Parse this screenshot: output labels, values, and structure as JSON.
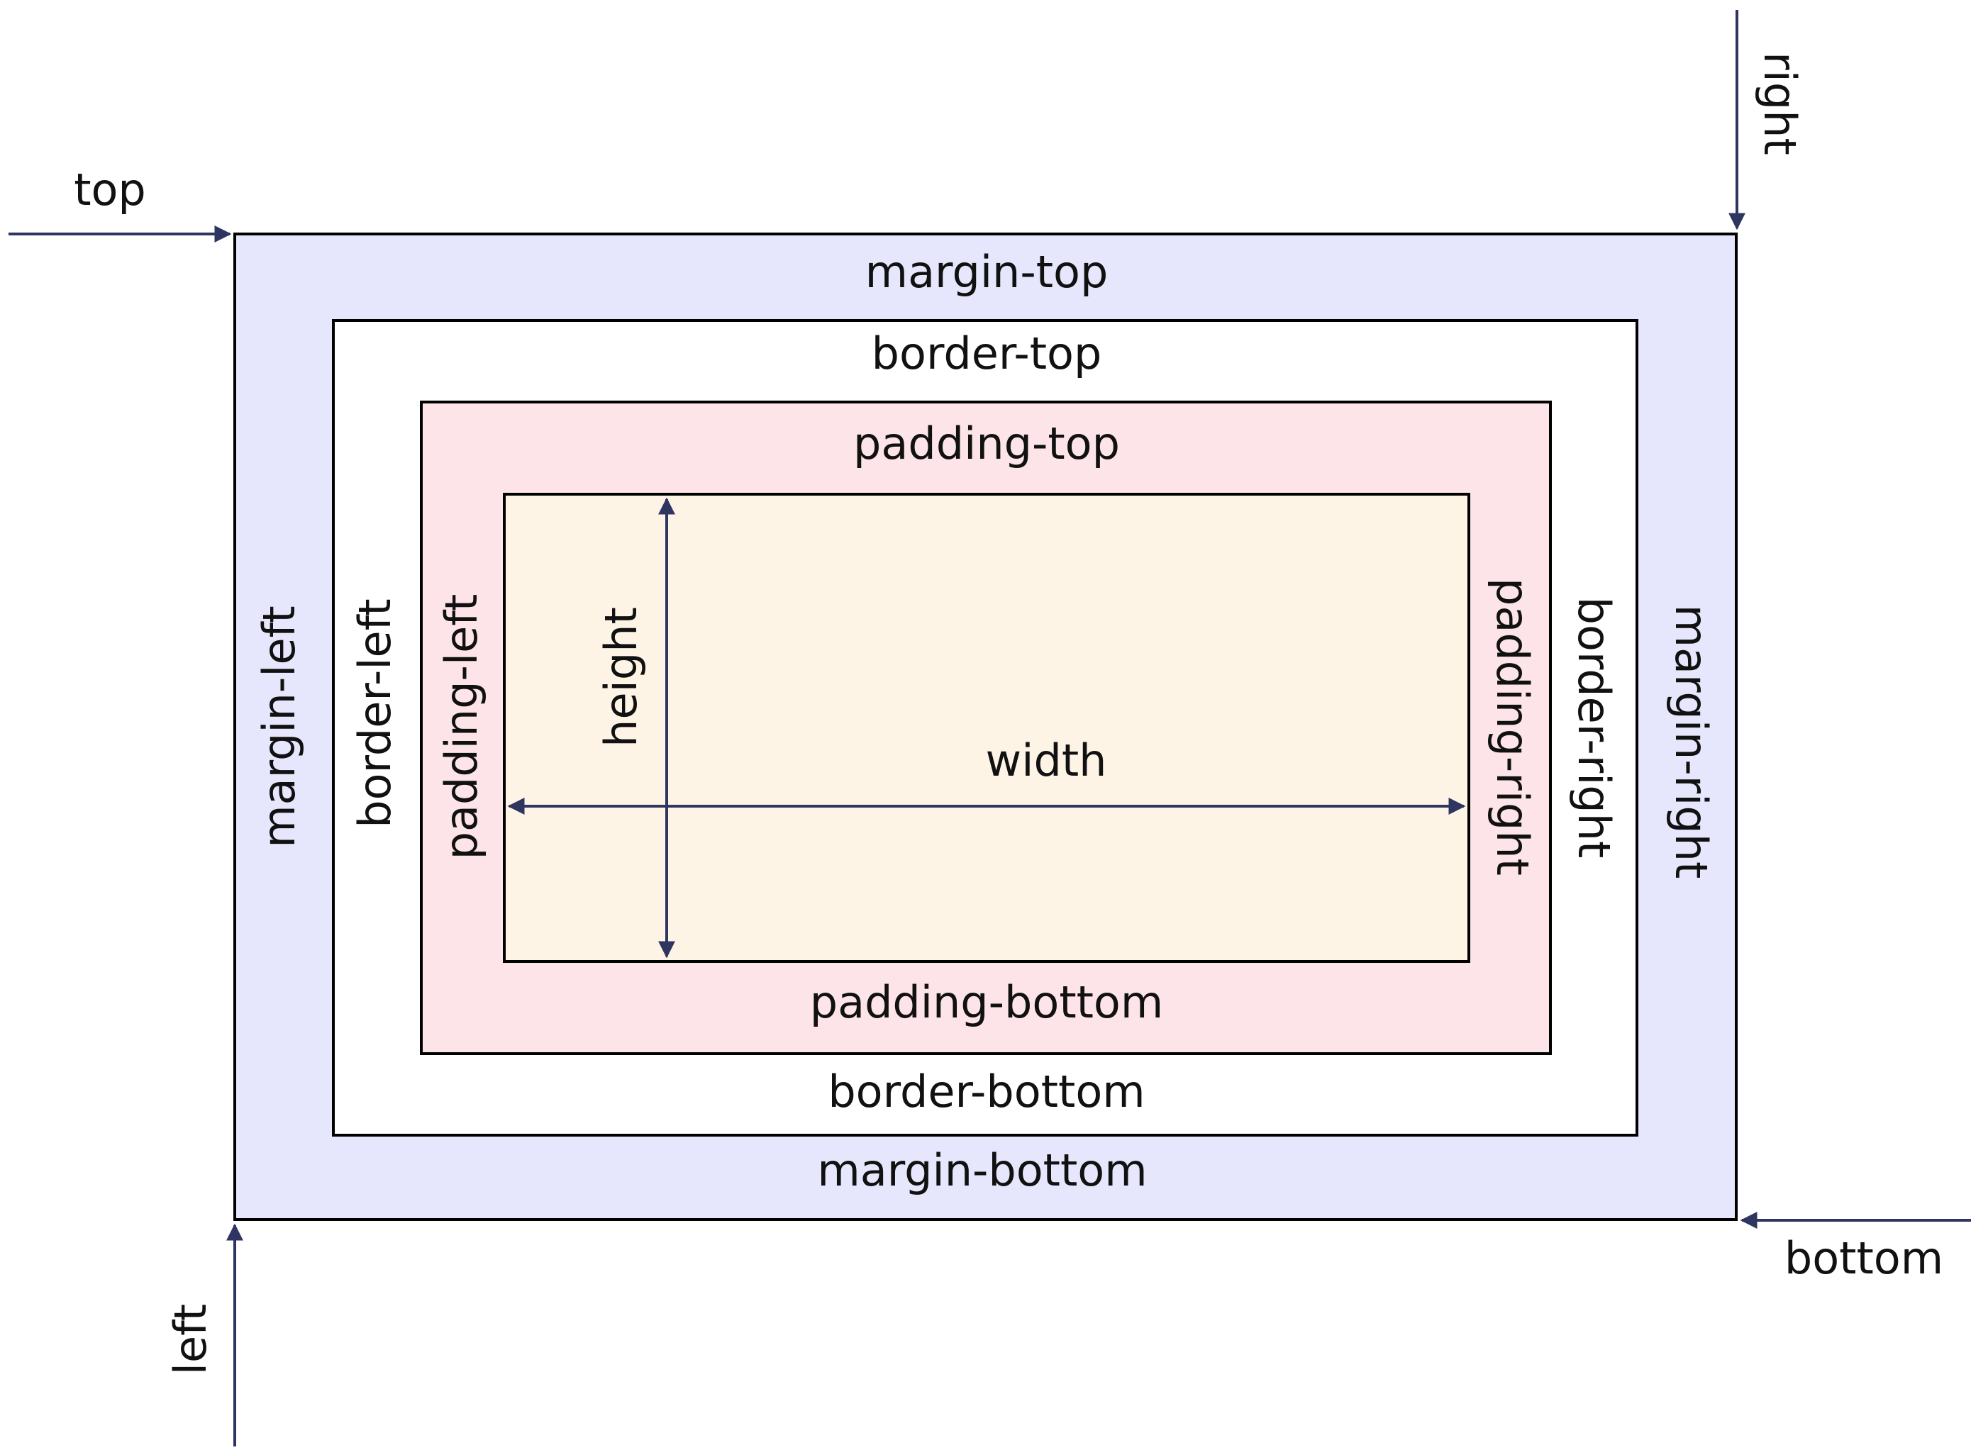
{
  "colors": {
    "margin_fill": "#e6e6fc",
    "border_fill": "#ffffff",
    "padding_fill": "#fde4e8",
    "content_fill": "#fdf4e6",
    "outline": "#000000",
    "arrow": "#2e3561",
    "text": "#111111"
  },
  "outer": {
    "top": "top",
    "right": "right",
    "bottom": "bottom",
    "left": "left"
  },
  "margin": {
    "top": "margin-top",
    "right": "margin-right",
    "bottom": "margin-bottom",
    "left": "margin-left"
  },
  "border": {
    "top": "border-top",
    "right": "border-right",
    "bottom": "border-bottom",
    "left": "border-left"
  },
  "padding": {
    "top": "padding-top",
    "right": "padding-right",
    "bottom": "padding-bottom",
    "left": "padding-left"
  },
  "content": {
    "width": "width",
    "height": "height"
  }
}
